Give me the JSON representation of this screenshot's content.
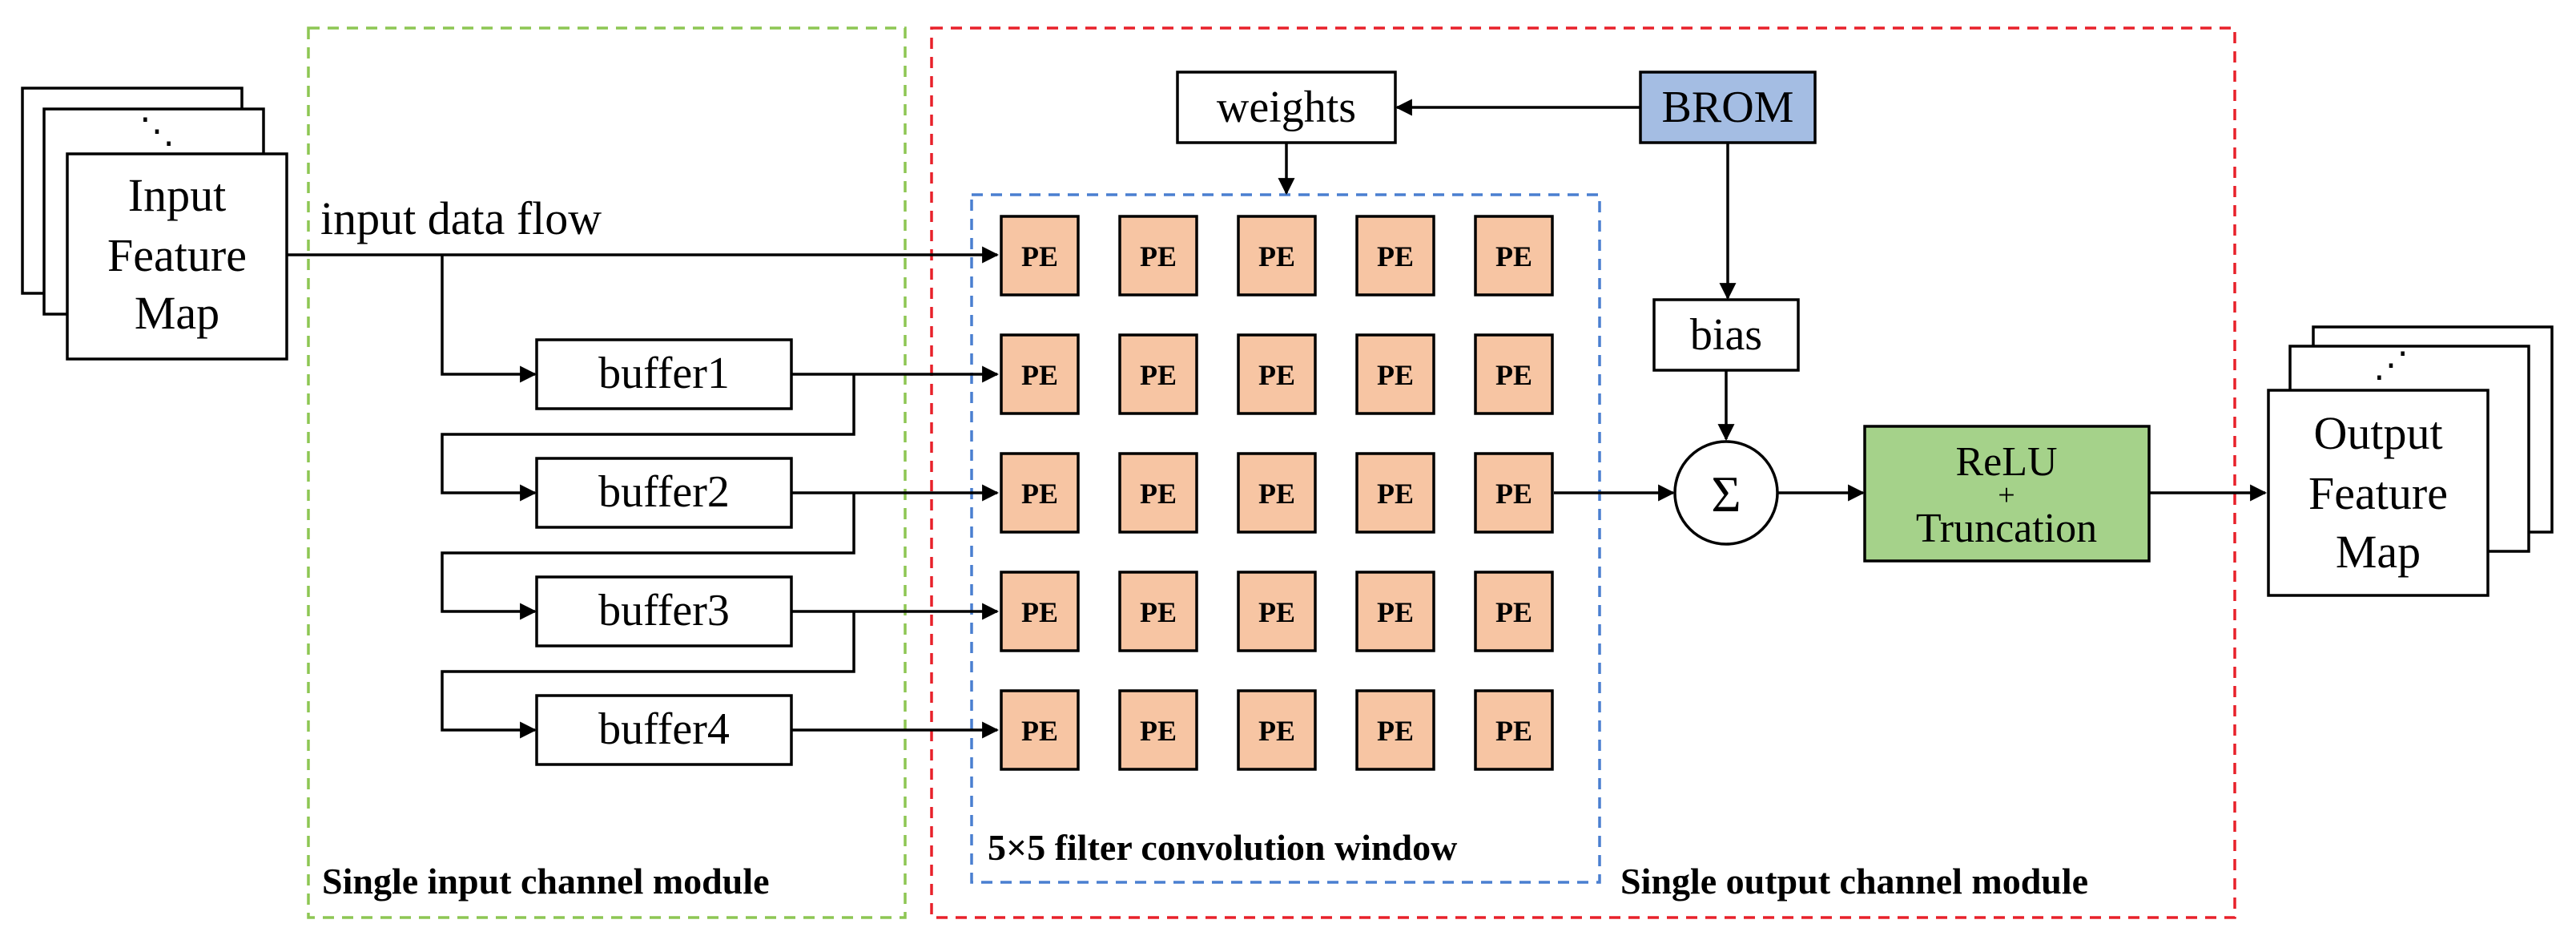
{
  "input_map": {
    "dots": "⋱",
    "lines": [
      "Input",
      "Feature",
      "Map"
    ]
  },
  "output_map": {
    "dots": "⋰",
    "lines": [
      "Output",
      "Feature",
      "Map"
    ]
  },
  "input_flow_label": "input data flow",
  "buffers": [
    "buffer1",
    "buffer2",
    "buffer3",
    "buffer4"
  ],
  "weights_label": "weights",
  "brom_label": "BROM",
  "bias_label": "bias",
  "sum_symbol": "Σ",
  "relu": {
    "line1": "ReLU",
    "plus": "+",
    "line2": "Truncation"
  },
  "pe_label": "PE",
  "pe_rows": 5,
  "pe_cols": 5,
  "labels": {
    "input_module": "Single input channel module",
    "output_module": "Single output channel module",
    "window": "5×5 filter convolution  window"
  },
  "colors": {
    "input_module_border": "#8dc653",
    "output_module_border": "#e8212a",
    "window_border": "#4a7fd0",
    "pe_fill": "#f7c5a3",
    "brom_fill": "#a4bde3",
    "relu_fill": "#a5d28a"
  }
}
